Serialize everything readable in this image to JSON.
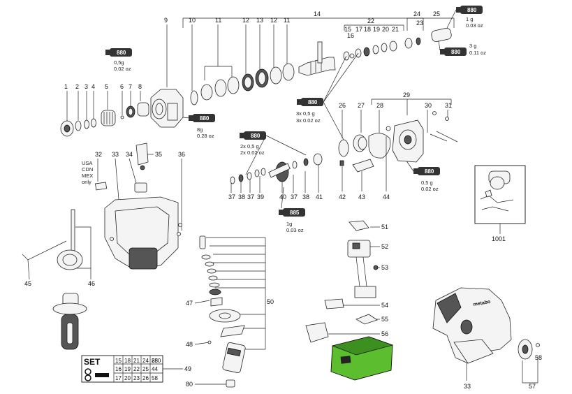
{
  "labels": {
    "n1": "1",
    "n2": "2",
    "n3": "3",
    "n4": "4",
    "n5": "5",
    "n6": "6",
    "n7": "7",
    "n8": "8",
    "n9": "9",
    "n10": "10",
    "n11a": "11",
    "n11b": "11",
    "n12a": "12",
    "n12b": "12",
    "n13": "13",
    "n14": "14",
    "n15": "15",
    "n16": "16",
    "n17": "17",
    "n18": "18",
    "n19": "19",
    "n20": "20",
    "n21": "21",
    "n22": "22",
    "n23": "23",
    "n24": "24",
    "n25": "25",
    "n26": "26",
    "n27": "27",
    "n28": "28",
    "n29": "29",
    "n30": "30",
    "n31": "31",
    "n32": "32",
    "n33a": "33",
    "n33b": "33",
    "n34": "34",
    "n35": "35",
    "n36": "36",
    "n37a": "37",
    "n37b": "37",
    "n38a": "38",
    "n38b": "38",
    "n39": "39",
    "n40": "40",
    "n41": "41",
    "n42": "42",
    "n43": "43",
    "n44": "44",
    "n45": "45",
    "n46": "46",
    "n47": "47",
    "n48": "48",
    "n49": "49",
    "n50": "50",
    "n51": "51",
    "n52": "52",
    "n53": "53",
    "n54": "54",
    "n55": "55",
    "n56": "56",
    "n57": "57",
    "n58": "58",
    "n80": "80",
    "n1001": "1001"
  },
  "region_text": [
    "USA",
    "CDN",
    "MEX",
    "only"
  ],
  "grease": {
    "g1": {
      "code": "880",
      "line1": "0,5g",
      "line2": "0.02 oz"
    },
    "g2": {
      "code": "880",
      "line1": "8g",
      "line2": "0.28 oz"
    },
    "g3": {
      "code": "880",
      "line1": "2x 0,5 g",
      "line2": "2x 0.02 oz"
    },
    "g4": {
      "code": "885",
      "line1": "1g",
      "line2": "0.03 oz"
    },
    "g5": {
      "code": "880",
      "line1": "3x 0,5 g",
      "line2": "3x 0.02 oz"
    },
    "g6": {
      "code": "880",
      "line1": "1 g",
      "line2": "0.03 oz"
    },
    "g7": {
      "code": "880",
      "line1": "3 g",
      "line2": "0.11 oz"
    },
    "g8": {
      "code": "880",
      "line1": "0,5 g",
      "line2": "0.02 oz"
    }
  },
  "set_table": {
    "title": "SET",
    "rows": [
      [
        "15",
        "18",
        "21",
        "24",
        "28",
        "880"
      ],
      [
        "16",
        "19",
        "22",
        "25",
        "44",
        ""
      ],
      [
        "17",
        "20",
        "23",
        "26",
        "58",
        ""
      ]
    ]
  },
  "brand_mark": "metabo",
  "colors": {
    "accent": "#4caf2e",
    "tube": "#333333",
    "line": "#222222"
  }
}
